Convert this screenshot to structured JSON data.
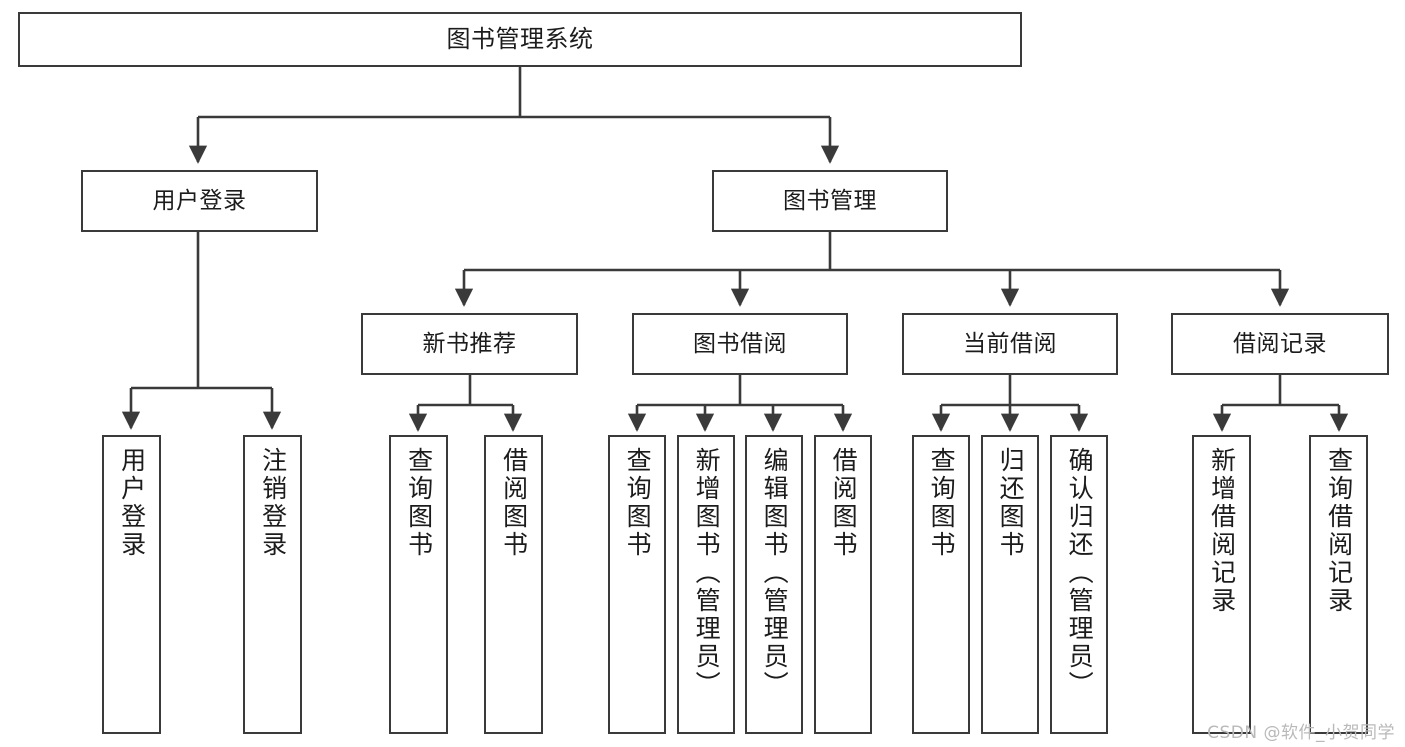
{
  "diagram": {
    "type": "tree-hierarchy-functional-decomposition",
    "title": "图书管理系统",
    "watermark": "CSDN @软件_小贺同学",
    "style": {
      "stroke": "#3a3a3a",
      "fill": "#ffffff",
      "text": "#1c1c1c",
      "watermark_color": "#b9b9b9"
    },
    "levels": [
      {
        "level": 1,
        "nodes": [
          {
            "id": "root",
            "label": "图书管理系统",
            "orientation": "horizontal"
          }
        ]
      },
      {
        "level": 2,
        "nodes": [
          {
            "id": "login",
            "label": "用户登录",
            "orientation": "horizontal",
            "parent": "root"
          },
          {
            "id": "bookmgmt",
            "label": "图书管理",
            "orientation": "horizontal",
            "parent": "root"
          }
        ]
      },
      {
        "level": 3,
        "nodes": [
          {
            "id": "newbook",
            "label": "新书推荐",
            "orientation": "horizontal",
            "parent": "bookmgmt"
          },
          {
            "id": "borrow",
            "label": "图书借阅",
            "orientation": "horizontal",
            "parent": "bookmgmt"
          },
          {
            "id": "current",
            "label": "当前借阅",
            "orientation": "horizontal",
            "parent": "bookmgmt"
          },
          {
            "id": "records",
            "label": "借阅记录",
            "orientation": "horizontal",
            "parent": "bookmgmt"
          }
        ]
      },
      {
        "level": 4,
        "nodes": [
          {
            "id": "leaf-user-login",
            "label": "用户登录",
            "orientation": "vertical",
            "parent": "login"
          },
          {
            "id": "leaf-user-logout",
            "label": "注销登录",
            "orientation": "vertical",
            "parent": "login"
          },
          {
            "id": "leaf-newbook-query",
            "label": "查询图书",
            "orientation": "vertical",
            "parent": "newbook"
          },
          {
            "id": "leaf-newbook-borrow",
            "label": "借阅图书",
            "orientation": "vertical",
            "parent": "newbook"
          },
          {
            "id": "leaf-borrow-query",
            "label": "查询图书",
            "orientation": "vertical",
            "parent": "borrow"
          },
          {
            "id": "leaf-borrow-add",
            "label": "新增图书（管理员）",
            "orientation": "vertical",
            "parent": "borrow"
          },
          {
            "id": "leaf-borrow-edit",
            "label": "编辑图书（管理员）",
            "orientation": "vertical",
            "parent": "borrow"
          },
          {
            "id": "leaf-borrow-lend",
            "label": "借阅图书",
            "orientation": "vertical",
            "parent": "borrow"
          },
          {
            "id": "leaf-current-query",
            "label": "查询图书",
            "orientation": "vertical",
            "parent": "current"
          },
          {
            "id": "leaf-current-return",
            "label": "归还图书",
            "orientation": "vertical",
            "parent": "current"
          },
          {
            "id": "leaf-current-confirm",
            "label": "确认归还（管理员）",
            "orientation": "vertical",
            "parent": "current"
          },
          {
            "id": "leaf-records-add",
            "label": "新增借阅记录",
            "orientation": "vertical",
            "parent": "records"
          },
          {
            "id": "leaf-records-query",
            "label": "查询借阅记录",
            "orientation": "vertical",
            "parent": "records"
          }
        ]
      }
    ]
  }
}
